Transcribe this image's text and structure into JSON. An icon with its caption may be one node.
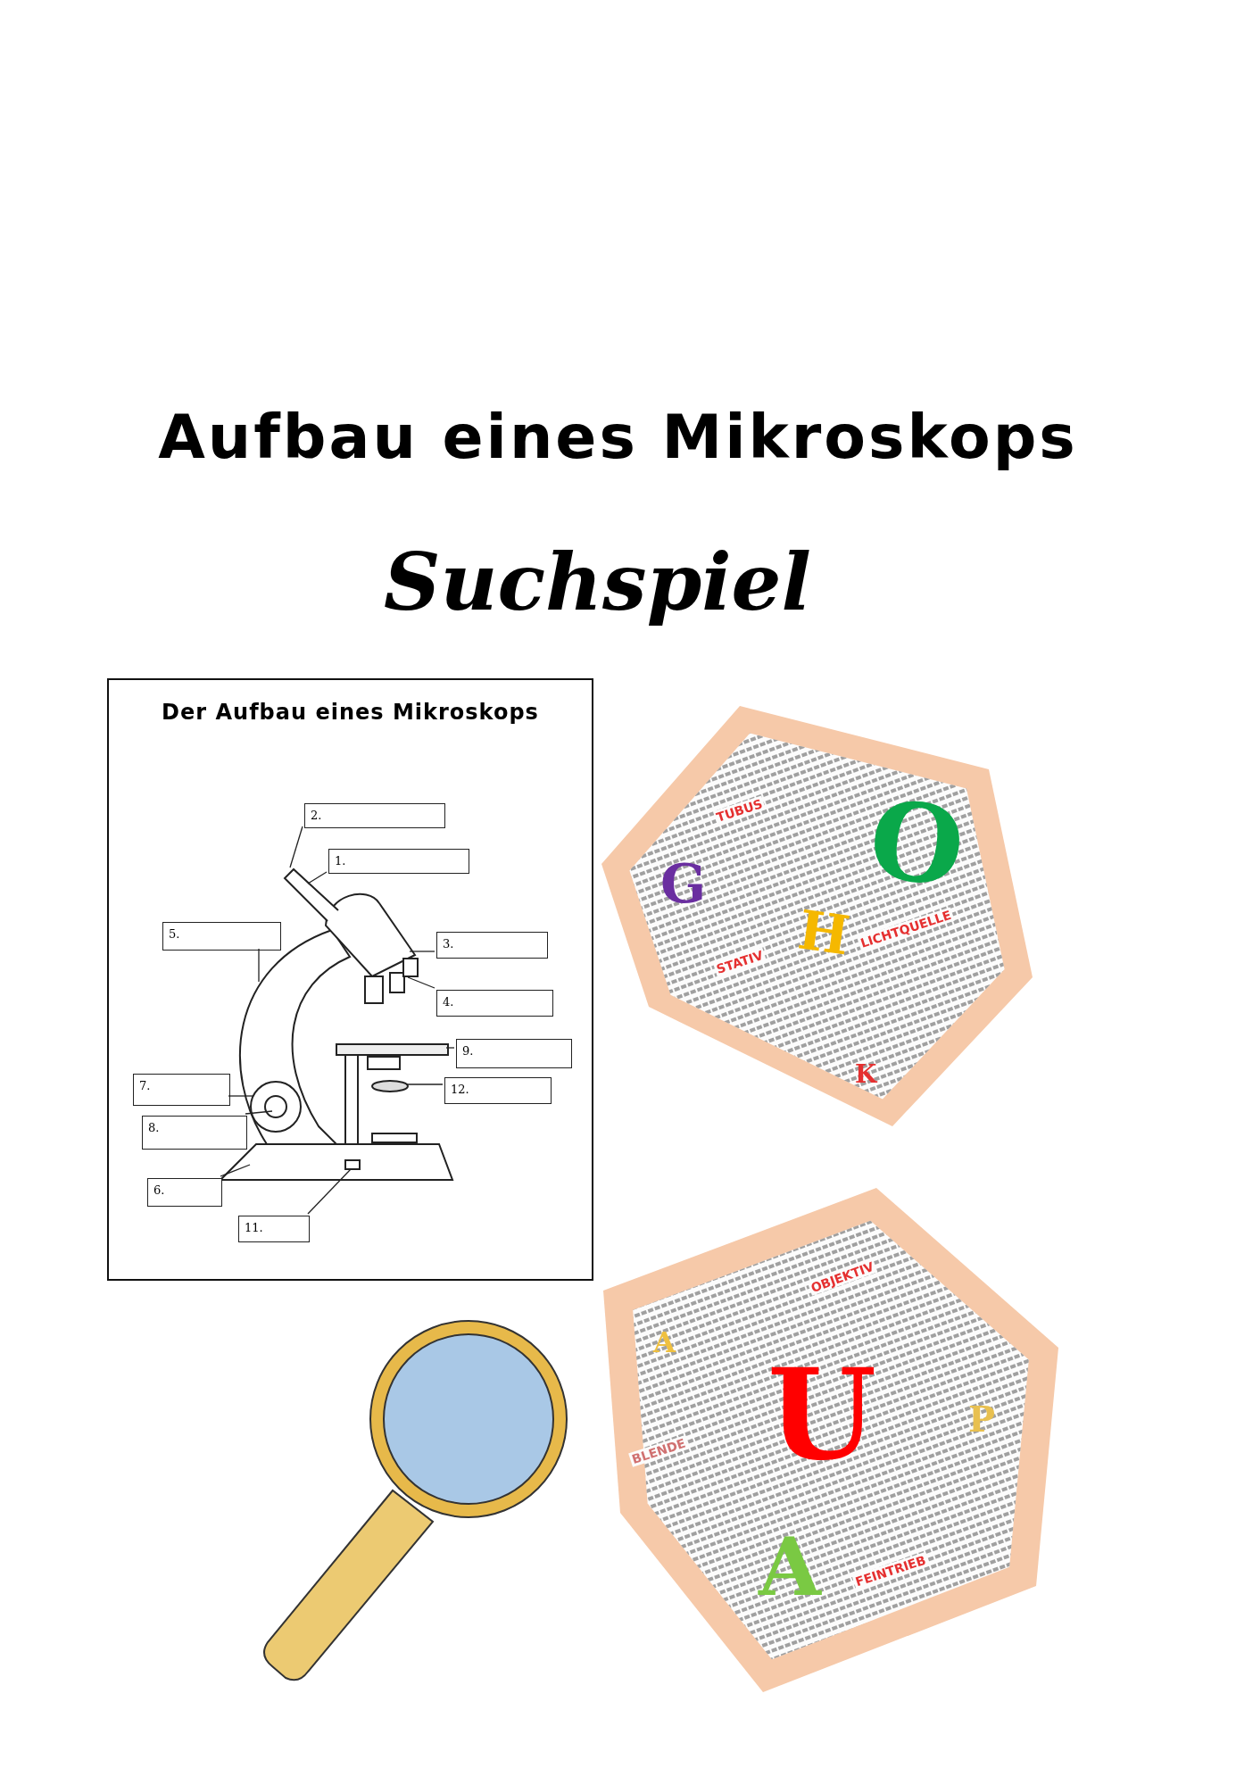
{
  "diagram": {
    "title": "Aufbau eines Mikroskops",
    "nodes": [
      {
        "text": [
          "Der Aufbau eines Mikroskops"
        ]
      },
      {
        "text": [
          "2."
        ],
        "in": 0
      },
      {
        "text": [
          "1."
        ],
        "in": 0
      },
      {
        "text": [
          "5."
        ],
        "in": 0
      },
      {
        "text": [
          "3."
        ],
        "in": 0
      },
      {
        "text": [
          "4."
        ],
        "in": 0
      },
      {
        "text": [
          "9."
        ],
        "in": 0
      },
      {
        "text": [
          "7."
        ],
        "in": 0
      },
      {
        "text": [
          "8."
        ],
        "in": 0
      },
      {
        "text": [
          "12."
        ],
        "in": 0
      },
      {
        "text": [
          "6."
        ],
        "in": 0
      },
      {
        "text": [
          "11."
        ],
        "in": 0
      },
      {
        "text": [
          "TUBUS",
          "G",
          "O",
          "H",
          "LICHTQUELLE",
          "STATIV",
          "K"
        ]
      },
      {
        "text": [
          "OBJEKTIV",
          "A",
          "U",
          "BLENDE",
          "P",
          "A",
          "FEINTRIEB"
        ]
      },
      {
        "text": [],
        "shape": "picture",
        "in": 0
      }
    ],
    "edges": [
      {
        "from": 1,
        "to": 14,
        "arrow": "none"
      },
      {
        "from": 2,
        "to": 14,
        "arrow": "none"
      },
      {
        "from": 3,
        "to": 14,
        "arrow": "none"
      },
      {
        "from": 4,
        "to": 14,
        "arrow": "none"
      },
      {
        "from": 5,
        "to": 14,
        "arrow": "none"
      },
      {
        "from": 6,
        "to": 14,
        "arrow": "none"
      },
      {
        "from": 7,
        "to": 14,
        "arrow": "none"
      },
      {
        "from": 8,
        "to": 14,
        "arrow": "none"
      },
      {
        "from": 9,
        "to": 14,
        "arrow": "none"
      },
      {
        "from": 10,
        "to": 14,
        "arrow": "none"
      },
      {
        "from": 11,
        "to": 14,
        "arrow": "none"
      }
    ],
    "labels": [
      "Suchspiel"
    ]
  }
}
